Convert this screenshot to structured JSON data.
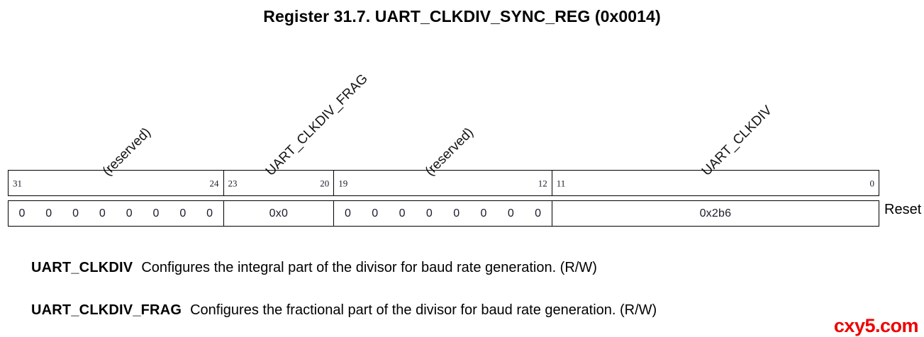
{
  "title": "Register 31.7. UART_CLKDIV_SYNC_REG (0x0014)",
  "register": {
    "fields": [
      {
        "name": "(reserved)",
        "bit_high": "31",
        "bit_low": "24",
        "reset_display": "0 0 0 0 0 0 0 0",
        "reset_bits": [
          "0",
          "0",
          "0",
          "0",
          "0",
          "0",
          "0",
          "0"
        ],
        "type": "bits"
      },
      {
        "name": "UART_CLKDIV_FRAG",
        "bit_high": "23",
        "bit_low": "20",
        "reset_display": "0x0",
        "type": "hex"
      },
      {
        "name": "(reserved)",
        "bit_high": "19",
        "bit_low": "12",
        "reset_display": "0 0 0 0 0 0 0 0",
        "reset_bits": [
          "0",
          "0",
          "0",
          "0",
          "0",
          "0",
          "0",
          "0"
        ],
        "type": "bits"
      },
      {
        "name": "UART_CLKDIV",
        "bit_high": "11",
        "bit_low": "0",
        "reset_display": "0x2b6",
        "type": "hex"
      }
    ],
    "reset_label": "Reset"
  },
  "descriptions": [
    {
      "name": "UART_CLKDIV",
      "text": "Configures the integral part of the divisor for baud rate generation. (R/W)"
    },
    {
      "name": "UART_CLKDIV_FRAG",
      "text": "Configures the fractional part of the divisor for baud rate generation. (R/W)"
    }
  ],
  "watermark": "cxy5.com",
  "colors": {
    "border": "#000000",
    "text": "#000000",
    "value_text": "#1b1b2b",
    "watermark": "#ee0000"
  }
}
